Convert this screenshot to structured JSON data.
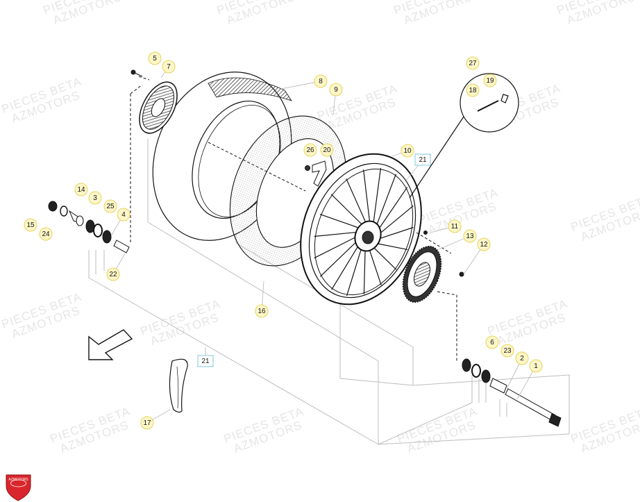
{
  "watermark": {
    "line1": "PIECES BETA",
    "line2": "AZMOTORS"
  },
  "logo": {
    "text": "AZMOTORS",
    "color": "#d9262c"
  },
  "colors": {
    "line": "#111111",
    "leader": "#bdbdbd",
    "callout_fill": "#fdf6c8",
    "callout_stroke": "#e8d25a",
    "box_stroke": "#7fc6dd"
  },
  "callouts": [
    {
      "id": "c5",
      "label": "5",
      "style": "circle"
    },
    {
      "id": "c7",
      "label": "7",
      "style": "circle"
    },
    {
      "id": "c8",
      "label": "8",
      "style": "circle"
    },
    {
      "id": "c9",
      "label": "9",
      "style": "circle"
    },
    {
      "id": "c27",
      "label": "27",
      "style": "circle"
    },
    {
      "id": "c19",
      "label": "19",
      "style": "circle"
    },
    {
      "id": "c18",
      "label": "18",
      "style": "circle"
    },
    {
      "id": "c26",
      "label": "26",
      "style": "circle"
    },
    {
      "id": "c20",
      "label": "20",
      "style": "circle"
    },
    {
      "id": "c10",
      "label": "10",
      "style": "circle"
    },
    {
      "id": "c21a",
      "label": "21",
      "style": "box"
    },
    {
      "id": "c14",
      "label": "14",
      "style": "circle"
    },
    {
      "id": "c3",
      "label": "3",
      "style": "circle"
    },
    {
      "id": "c25",
      "label": "25",
      "style": "circle"
    },
    {
      "id": "c4",
      "label": "4",
      "style": "circle"
    },
    {
      "id": "c15",
      "label": "15",
      "style": "circle"
    },
    {
      "id": "c24",
      "label": "24",
      "style": "circle"
    },
    {
      "id": "c22",
      "label": "22",
      "style": "circle"
    },
    {
      "id": "c11",
      "label": "11",
      "style": "circle"
    },
    {
      "id": "c13",
      "label": "13",
      "style": "circle"
    },
    {
      "id": "c12",
      "label": "12",
      "style": "circle"
    },
    {
      "id": "c16",
      "label": "16",
      "style": "circle"
    },
    {
      "id": "c6",
      "label": "6",
      "style": "circle"
    },
    {
      "id": "c23",
      "label": "23",
      "style": "circle"
    },
    {
      "id": "c2",
      "label": "2",
      "style": "circle"
    },
    {
      "id": "c1",
      "label": "1",
      "style": "circle"
    },
    {
      "id": "c21b",
      "label": "21",
      "style": "box"
    },
    {
      "id": "c17",
      "label": "17",
      "style": "circle"
    }
  ]
}
